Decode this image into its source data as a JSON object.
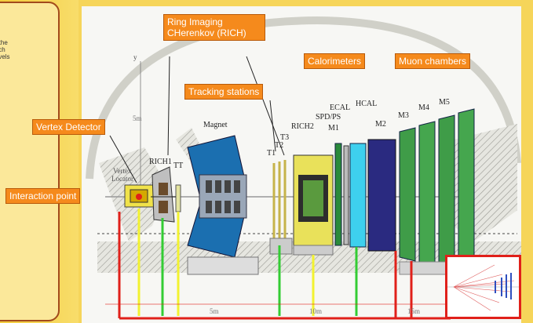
{
  "side_panel": {
    "text": "n the\nhich\nlevels\ner"
  },
  "callouts": {
    "rich": "Ring Imaging\nCHerenkov (RICH)",
    "calorimeters": "Calorimeters",
    "muon_chambers": "Muon chambers",
    "tracking_stations": "Tracking stations",
    "vertex_detector": "Vertex Detector",
    "interaction_point": "Interaction point"
  },
  "figure_labels": {
    "magnet": "Magnet",
    "rich1": "RICH1",
    "tt": "TT",
    "vertex": "Vertex",
    "locator": "Locator",
    "t1": "T1",
    "t2": "T2",
    "t3": "T3",
    "rich2": "RICH2",
    "m1": "M1",
    "spd_ps": "SPD/PS",
    "ecal": "ECAL",
    "hcal": "HCAL",
    "m2": "M2",
    "m3": "M3",
    "m4": "M4",
    "m5": "M5",
    "y_axis": "y",
    "scale_5m_y": "5m",
    "scale_5m": "5m",
    "scale_10m": "10m",
    "scale_15m": "15m"
  },
  "colors": {
    "callout": "#f58a1c",
    "highlight_red": "#e0201a",
    "highlight_yellow": "#f2f230",
    "highlight_green": "#33cc33",
    "magnet_blue": "#1b6fb0",
    "muon_green": "#3f9c48",
    "hcal_navy": "#2a2a80",
    "ecal_cyan": "#3ed0ee"
  }
}
